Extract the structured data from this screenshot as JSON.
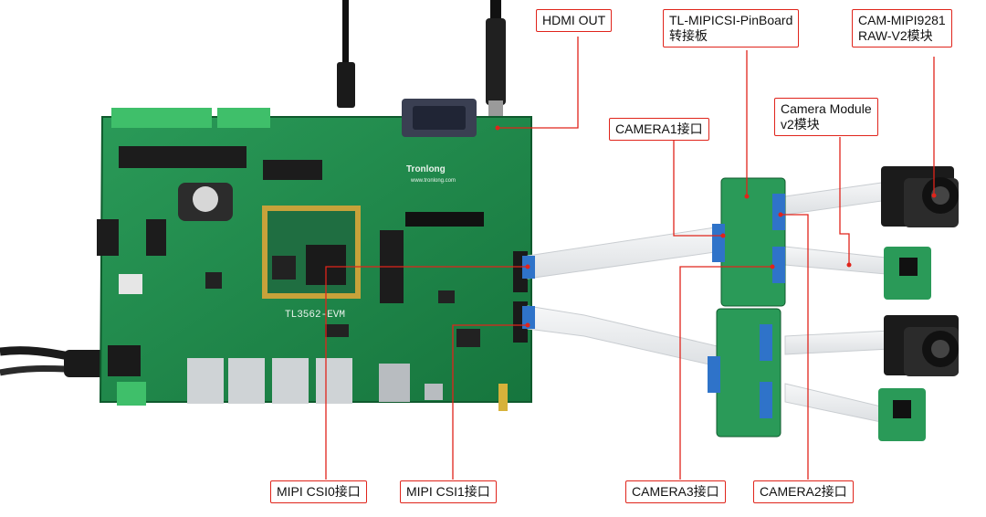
{
  "labels": {
    "hdmi_out": "HDMI OUT",
    "pinboard_line1": "TL-MIPICSI-PinBoard",
    "pinboard_line2": "转接板",
    "cam9281_line1": "CAM-MIPI9281",
    "cam9281_line2": "RAW-V2模块",
    "camera_module_line1": "Camera Module",
    "camera_module_line2": "v2模块",
    "camera1": "CAMERA1接口",
    "camera2": "CAMERA2接口",
    "camera3": "CAMERA3接口",
    "mipi_csi0": "MIPI CSI0接口",
    "mipi_csi1": "MIPI CSI1接口"
  },
  "board": {
    "silkscreen_brand": "Tronlong",
    "silkscreen_model": "TL3562-EVM",
    "silkscreen_url": "www.tronlong.com"
  },
  "colors": {
    "pcb_green": "#1f8a4c",
    "callout_red": "#e0241b",
    "ribbon_white": "#eef0f2",
    "connector_blue": "#2f73c9"
  }
}
